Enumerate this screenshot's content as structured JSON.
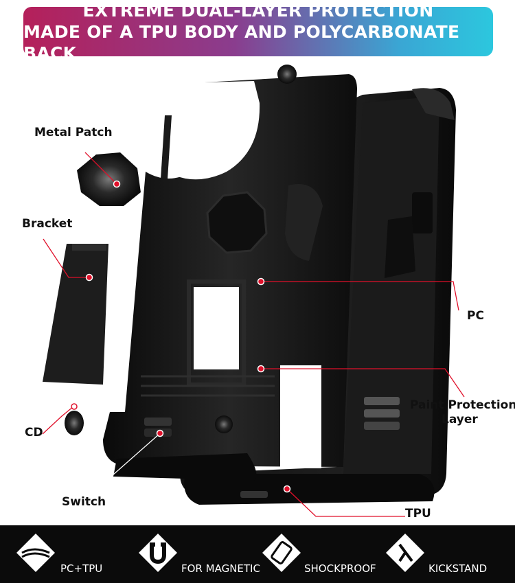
{
  "banner": {
    "line1": "EXTREME DUAL-LAYER PROTECTION",
    "line2": "MADE OF A TPU BODY AND POLYCARBONATE BACK"
  },
  "callouts": {
    "metal_patch": "Metal Patch",
    "bracket": "Bracket",
    "cd": "CD",
    "switch": "Switch",
    "pc": "PC",
    "paint_protection_1": "Paint Protection",
    "paint_protection_2": "Layer",
    "tpu": "TPU"
  },
  "features": [
    {
      "label": "PC+TPU",
      "icon": "layers-icon"
    },
    {
      "label": "FOR MAGNETIC",
      "icon": "magnet-icon"
    },
    {
      "label": "SHOCKPROOF",
      "icon": "shield-phone-icon"
    },
    {
      "label": "KICKSTAND",
      "icon": "kickstand-icon"
    }
  ],
  "colors": {
    "accent": "#e0102a",
    "case": "#141414",
    "footer": "#0b0b0b"
  }
}
